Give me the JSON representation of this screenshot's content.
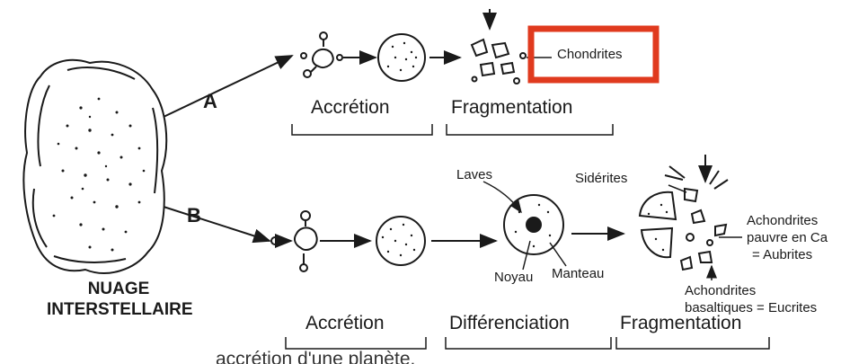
{
  "cloud": {
    "line1": "NUAGE",
    "line2": "INTERSTELLAIRE"
  },
  "branch_a": {
    "label": "A",
    "stages": [
      "Accrétion",
      "Fragmentation"
    ],
    "product": "Chondrites",
    "highlight_color": "#e03a1e"
  },
  "branch_b": {
    "label": "B",
    "stages": [
      "Accrétion",
      "Différenciation",
      "Fragmentation"
    ],
    "labels": {
      "laves": "Laves",
      "noyau": "Noyau",
      "manteau": "Manteau",
      "siderites": "Sidérites",
      "aubrites_1": "Achondrites",
      "aubrites_2": "pauvre en Ca",
      "aubrites_3": "= Aubrites",
      "eucrites_1": "Achondrites",
      "eucrites_2": "basaltiques = Eucrites"
    }
  },
  "footer_fragment": "accrétion d'une planète."
}
